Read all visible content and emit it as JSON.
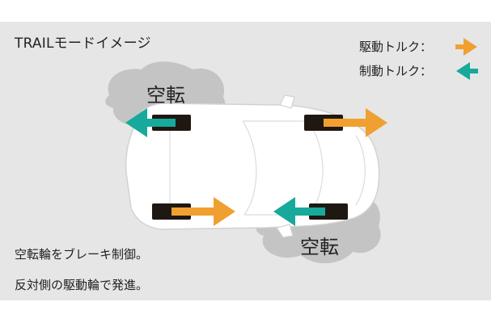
{
  "title": "TRAILモードイメージ",
  "legend": {
    "drive": {
      "label": "駆動トルク：",
      "color": "#f0a030",
      "arrow": "right-arrow-icon"
    },
    "brake": {
      "label": "制動トルク：",
      "color": "#17a99b",
      "arrow": "left-arrow-icon"
    }
  },
  "wheels": {
    "front_left": {
      "torque": "brake",
      "spin_label": "空転"
    },
    "front_right": {
      "torque": "drive"
    },
    "rear_left": {
      "torque": "drive"
    },
    "rear_right": {
      "torque": "brake",
      "spin_label": "空転"
    }
  },
  "caption": {
    "line1": "空転輪をブレーキ制御。",
    "line2": "反対側の駆動輪で発進。"
  }
}
